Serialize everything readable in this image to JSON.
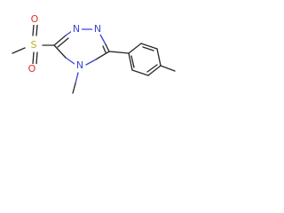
{
  "structure": {
    "atoms": {
      "oxygen_top": "O",
      "oxygen_bottom": "O",
      "sulfur": "S",
      "nitrogen_1": "N",
      "nitrogen_2": "N",
      "nitrogen_4": "N"
    },
    "colors": {
      "bond": "#2a2a2a",
      "nitrogen": "#3b46d6",
      "oxygen": "#e52c24",
      "sulfur": "#b8b21f",
      "background": "#ffffff"
    }
  }
}
